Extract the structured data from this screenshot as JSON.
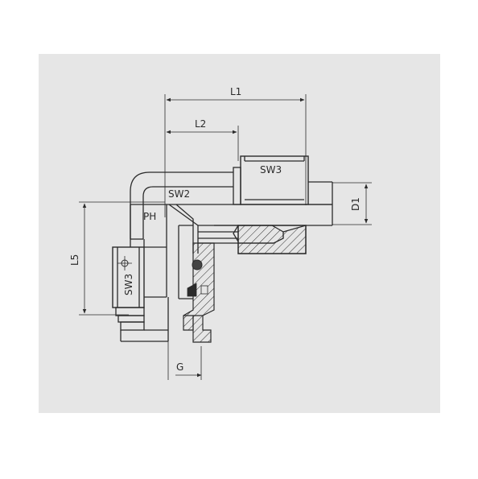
{
  "labels": {
    "l1": "L1",
    "l2": "L2",
    "sw3_top": "SW3",
    "sw2": "SW2",
    "ph": "PH",
    "d1": "D1",
    "l5": "L5",
    "sw3_left": "SW3",
    "g": "G"
  },
  "colors": {
    "background": "#e6e6e6",
    "line": "#2b2b2b",
    "o_ring": "#444444"
  }
}
